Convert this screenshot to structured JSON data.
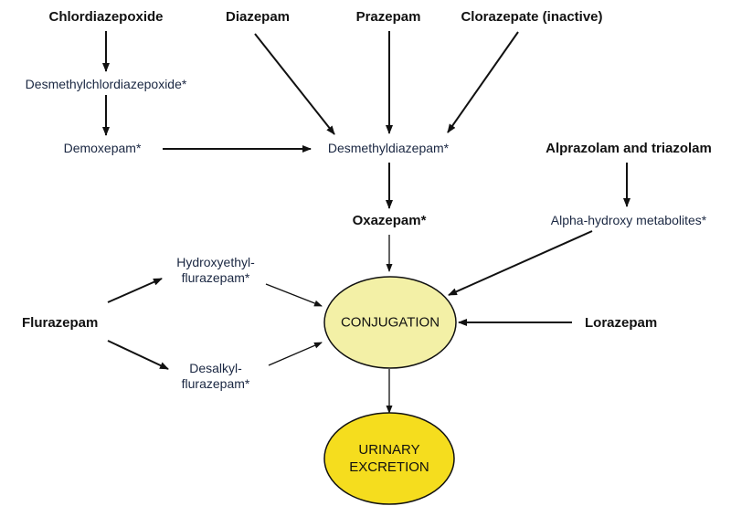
{
  "drugs": {
    "chlordiazepoxide": "Chlordiazepoxide",
    "diazepam": "Diazepam",
    "prazepam": "Prazepam",
    "clorazepate": "Clorazepate (inactive)",
    "alprazolam_triazolam": "Alprazolam and triazolam",
    "flurazepam": "Flurazepam",
    "lorazepam": "Lorazepam"
  },
  "metabolites": {
    "desmethylchlordiazepoxide": "Desmethylchlordiazepoxide*",
    "demoxepam": "Demoxepam*",
    "desmethyldiazepam": "Desmethyldiazepam*",
    "oxazepam": "Oxazepam*",
    "alpha_hydroxy": "Alpha-hydroxy metabolites*",
    "hydroxyethyl_line1": "Hydroxyethyl-",
    "hydroxyethyl_line2": "flurazepam*",
    "desalkyl_line1": "Desalkyl-",
    "desalkyl_line2": "flurazepam*"
  },
  "processes": {
    "conjugation": "CONJUGATION",
    "excretion_line1": "URINARY",
    "excretion_line2": "EXCRETION"
  },
  "colors": {
    "conjugation_fill": "#f3f0a6",
    "excretion_fill": "#f5dd1e",
    "ellipse_stroke": "#111111",
    "arrow": "#111111"
  }
}
